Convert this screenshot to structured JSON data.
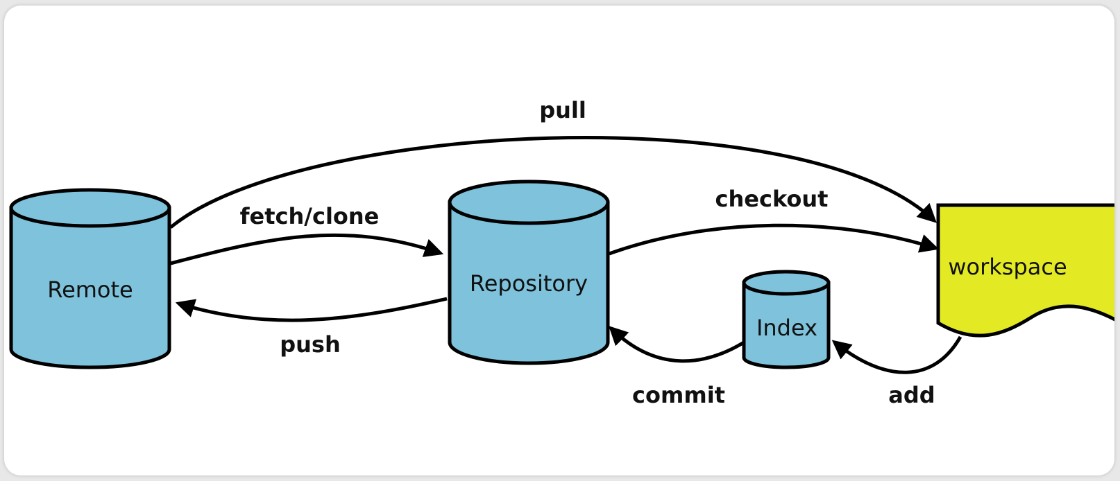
{
  "colors": {
    "cylinder_fill": "#7ec2dc",
    "workspace_fill": "#e3ea24",
    "stroke": "#000000",
    "background": "#ffffff"
  },
  "nodes": {
    "remote": {
      "label": "Remote",
      "shape": "cylinder"
    },
    "repository": {
      "label": "Repository",
      "shape": "cylinder"
    },
    "index": {
      "label": "Index",
      "shape": "cylinder"
    },
    "workspace": {
      "label": "workspace",
      "shape": "document"
    }
  },
  "edges": {
    "pull": {
      "label": "pull",
      "from": "Remote",
      "to": "workspace"
    },
    "fetch_clone": {
      "label": "fetch/clone",
      "from": "Remote",
      "to": "Repository"
    },
    "push": {
      "label": "push",
      "from": "Repository",
      "to": "Remote"
    },
    "checkout": {
      "label": "checkout",
      "from": "Repository",
      "to": "workspace"
    },
    "commit": {
      "label": "commit",
      "from": "Index",
      "to": "Repository"
    },
    "add": {
      "label": "add",
      "from": "workspace",
      "to": "Index"
    }
  }
}
